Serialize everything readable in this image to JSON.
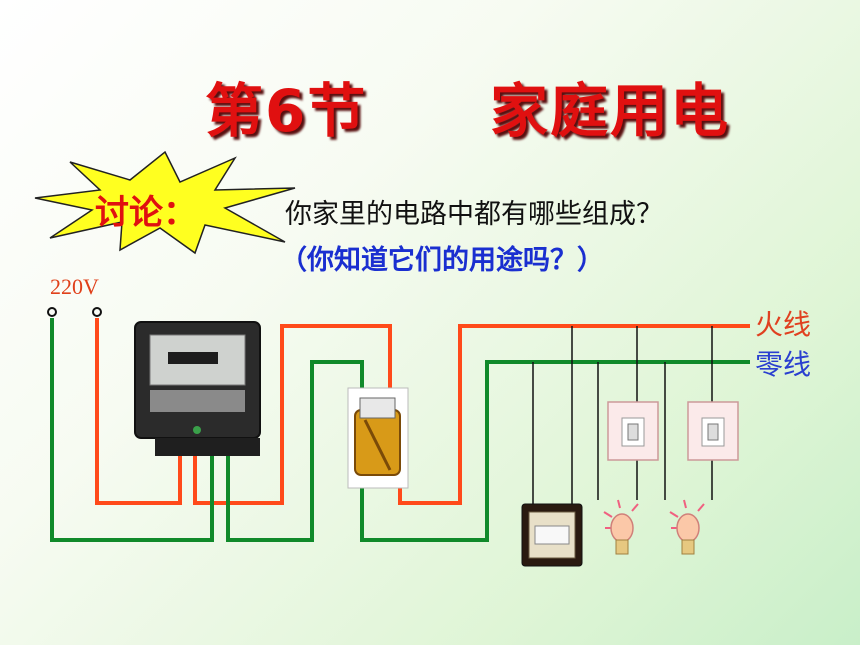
{
  "title": {
    "section": "第6节",
    "topic": "家庭用电"
  },
  "discussion": {
    "label": "讨论：",
    "question": "你家里的电路中都有哪些组成？",
    "hint": "（你知道它们的用途吗？）"
  },
  "voltage": "220V",
  "wires": {
    "live": "火线",
    "neutral": "零线"
  },
  "colors": {
    "title": "#e01010",
    "live": "#ff4a1a",
    "neutral": "#108a2a",
    "hint": "#1a2fd0",
    "burst": "#ffff20"
  }
}
